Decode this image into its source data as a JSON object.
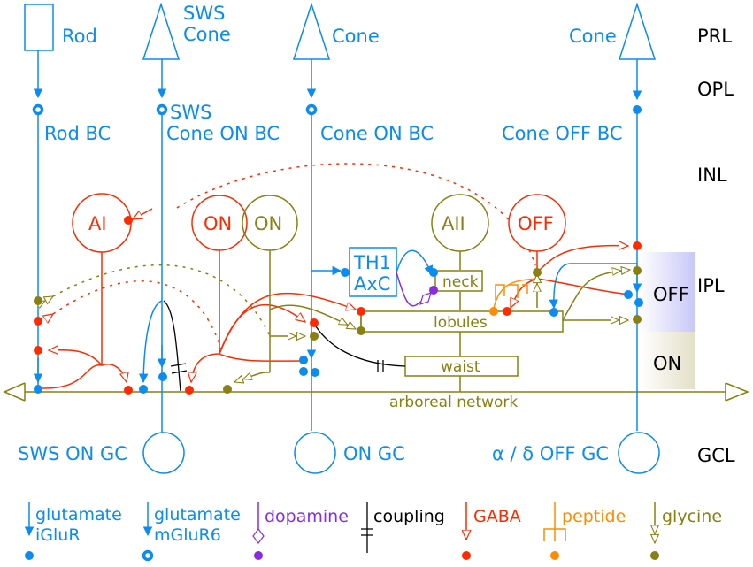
{
  "colors": {
    "glutamate": "#0a8cf0",
    "gaba": "#ff2a00",
    "glycine": "#888010",
    "dopamine": "#8a2be2",
    "peptide": "#ff8c00",
    "coupling": "#000000"
  },
  "photoreceptors": {
    "rod": "Rod",
    "sws_cone_1": "SWS",
    "sws_cone_2": "Cone",
    "cone_on": "Cone",
    "cone_off": "Cone"
  },
  "bipolar": {
    "rod_bc": "Rod BC",
    "sws_1": "SWS",
    "sws_2": "Cone ON BC",
    "cone_on_bc": "Cone ON BC",
    "cone_off_bc": "Cone OFF BC"
  },
  "amacrine": {
    "ai": "AI",
    "on_gaba": "ON",
    "on_gly": "ON",
    "aii": "AII",
    "off": "OFF",
    "th1_1": "TH1",
    "th1_2": "AxC"
  },
  "aii_parts": {
    "neck": "neck",
    "lobules": "lobules",
    "waist": "waist",
    "arboreal": "arboreal network"
  },
  "ganglion": {
    "sws_on": "SWS ON GC",
    "on": "ON GC",
    "alpha_delta": "α / δ OFF GC"
  },
  "layers": {
    "prl": "PRL",
    "opl": "OPL",
    "inl": "INL",
    "ipl": "IPL",
    "gcl": "GCL",
    "off": "OFF",
    "on": "ON"
  },
  "legend": [
    {
      "l1": "glutamate",
      "l2": "iGluR"
    },
    {
      "l1": "glutamate",
      "l2": "mGluR6"
    },
    {
      "l1": "dopamine"
    },
    {
      "l1": "coupling"
    },
    {
      "l1": "GABA"
    },
    {
      "l1": "peptide"
    },
    {
      "l1": "glycine"
    }
  ]
}
